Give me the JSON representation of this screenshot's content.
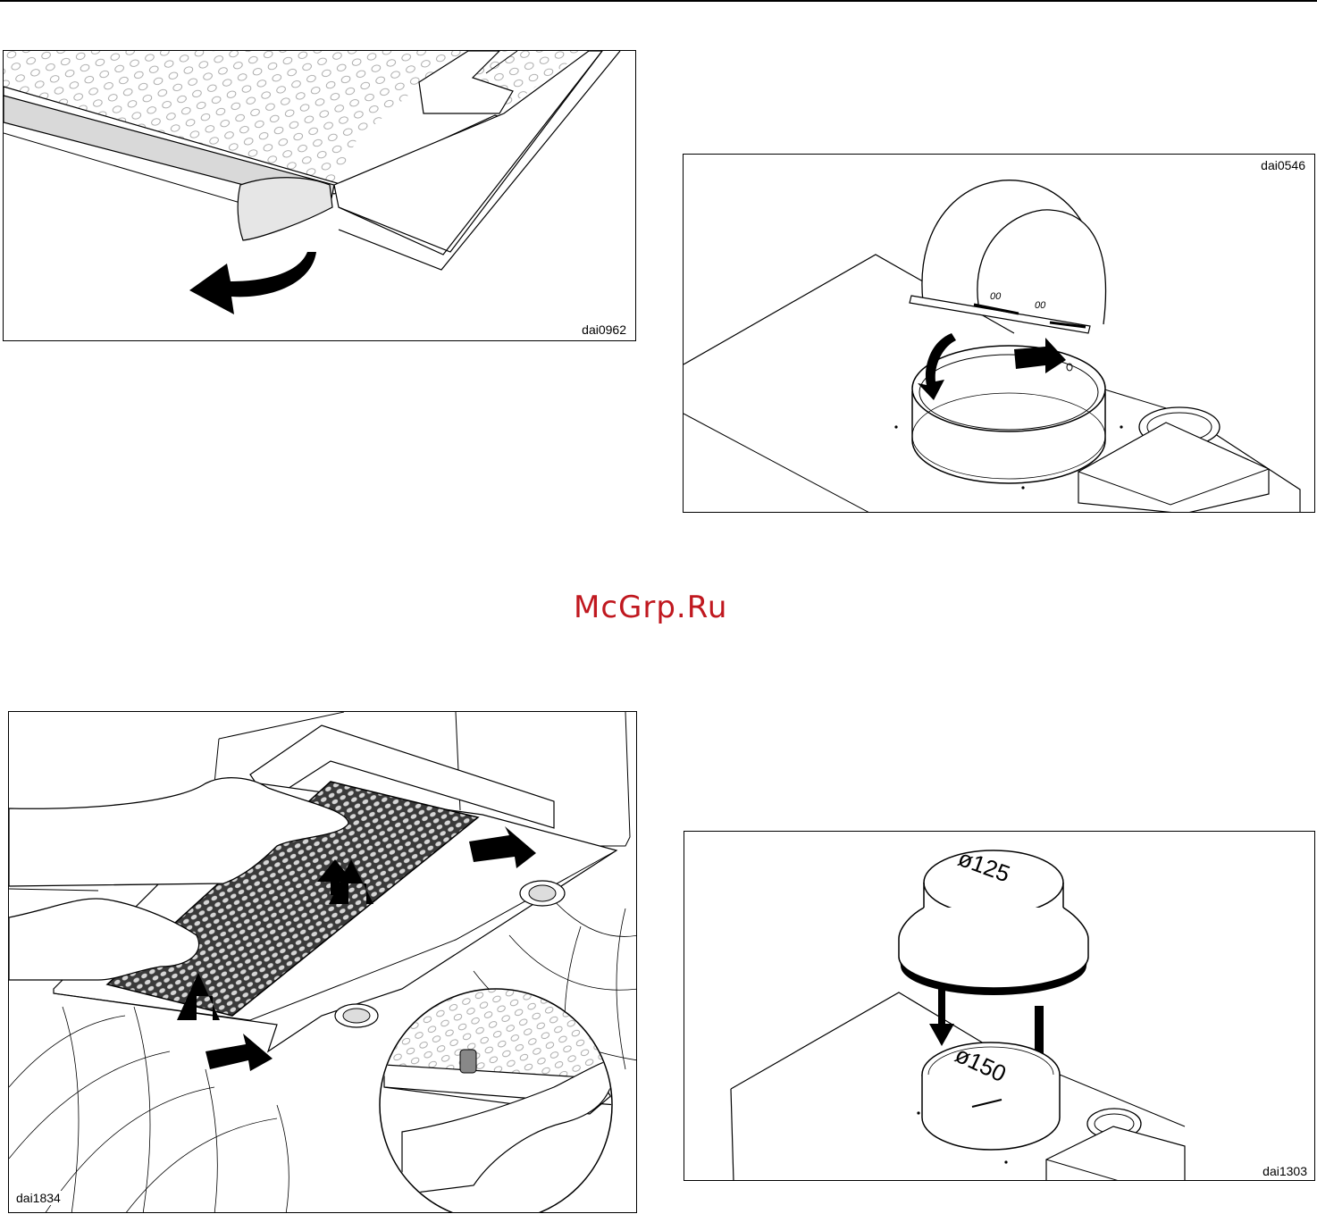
{
  "figures": [
    {
      "code": "dai0962"
    },
    {
      "code": "dai0546"
    },
    {
      "code": "dai1834"
    },
    {
      "code": "dai1303"
    }
  ],
  "watermark": "McGrp.Ru",
  "diameter_labels": [
    "ø125",
    "ø150"
  ],
  "colors": {
    "watermark": "#c0181f",
    "line": "#000000",
    "filter_gray": "#d9d9d9"
  }
}
